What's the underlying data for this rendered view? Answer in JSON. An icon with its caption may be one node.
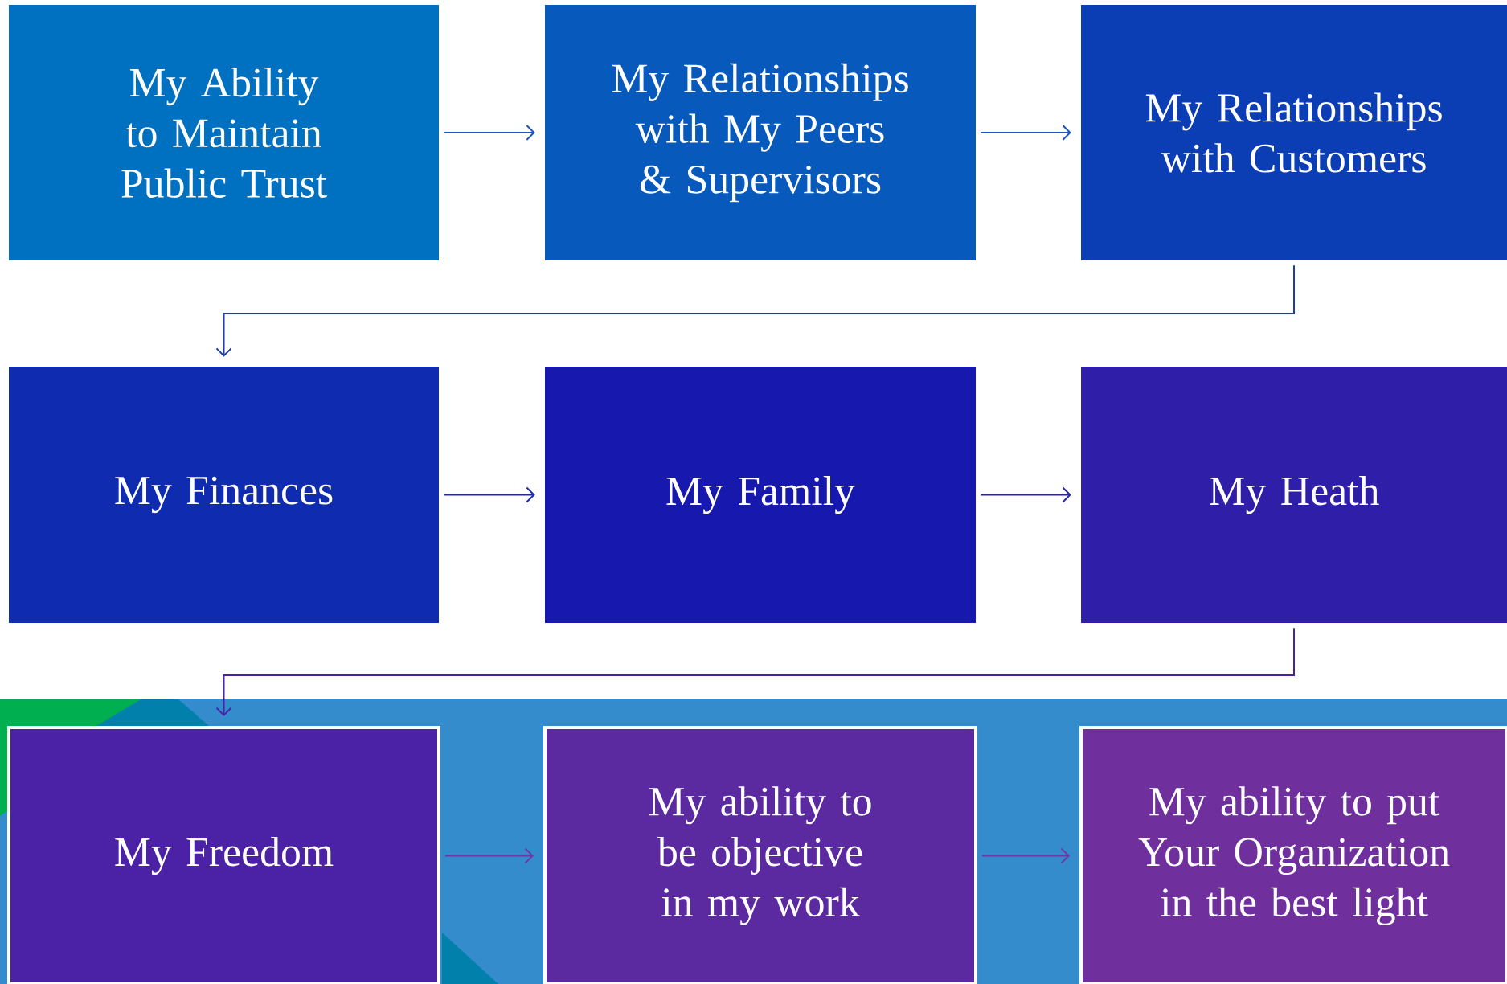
{
  "diagram": {
    "nodes": [
      {
        "text": [
          "My Ability to Maintain Public Trust"
        ]
      },
      {
        "text": [
          "My Relationships with My Peers & Supervisors"
        ]
      },
      {
        "text": [
          "My Relationships with Customers"
        ]
      },
      {
        "text": [
          "My Finances"
        ]
      },
      {
        "text": [
          "My Family"
        ]
      },
      {
        "text": [
          "My Heath"
        ]
      },
      {
        "text": [
          "My Freedom"
        ]
      },
      {
        "text": [
          "My ability to be objective in my work"
        ]
      },
      {
        "text": [
          "My ability to put Your Organization in the best light"
        ]
      }
    ],
    "edges": [
      {
        "from": 0,
        "to": 1,
        "arrow": "to",
        "color": "#1a55c0"
      },
      {
        "from": 1,
        "to": 2,
        "arrow": "to",
        "color": "#1a55c0"
      },
      {
        "from": 2,
        "to": 3,
        "arrow": "to",
        "color": "#1a3ab0"
      },
      {
        "from": 3,
        "to": 4,
        "arrow": "to",
        "color": "#1e2ab0"
      },
      {
        "from": 4,
        "to": 5,
        "arrow": "to",
        "color": "#2a22a8"
      },
      {
        "from": 5,
        "to": 6,
        "arrow": "to",
        "color": "#4a22a6"
      },
      {
        "from": 6,
        "to": 7,
        "arrow": "to",
        "color": "#6a3aa8"
      },
      {
        "from": 7,
        "to": 8,
        "arrow": "to",
        "color": "#6a3aa8"
      }
    ]
  }
}
